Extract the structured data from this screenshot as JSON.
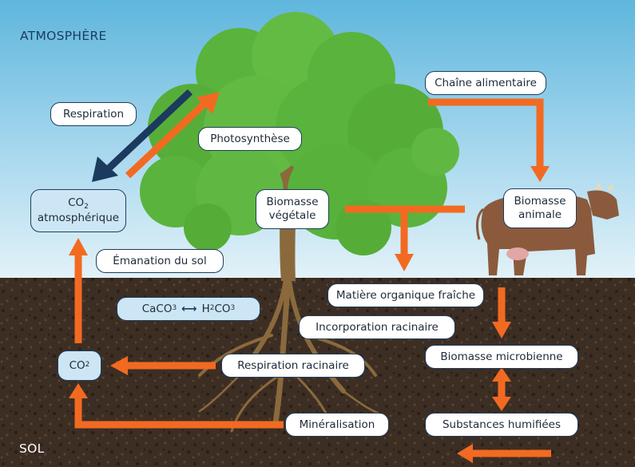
{
  "regions": {
    "atmosphere": "ATMOSPHÈRE",
    "soil": "SOL"
  },
  "labels": {
    "respiration": "Respiration",
    "photosynthese": "Photosynthèse",
    "co2_atmo_symbol": "CO",
    "co2_atmo_sub": "2",
    "co2_atmo_text": "atmosphérique",
    "emanation": "Émanation du sol",
    "chaine": "Chaîne alimentaire",
    "biomasse_animale_1": "Biomasse",
    "biomasse_animale_2": "animale",
    "biomasse_vegetale_1": "Biomasse",
    "biomasse_vegetale_2": "végétale",
    "matiere": "Matière organique fraîche",
    "incorporation": "Incorporation racinaire",
    "caco3_a": "CaCO",
    "caco3_sub": "3",
    "arrow_sym": "⟷",
    "h2co3_h": "H",
    "h2co3_sub1": "2",
    "h2co3_co": "CO",
    "h2co3_sub2": "3",
    "respiration_racinaire": "Respiration racinaire",
    "co2_sol_symbol": "CO",
    "co2_sol_sub": "2",
    "biomasse_microbienne": "Biomasse microbienne",
    "mineralisation": "Minéralisation",
    "substances": "Substances humifiées"
  },
  "colors": {
    "sky_top": "#5fb6dd",
    "sky_bottom": "#e3f2f8",
    "soil": "#3d2e24",
    "arrow_orange": "#f26a21",
    "arrow_navy": "#1b3a5e",
    "tree_green": "#5ab33c",
    "trunk": "#8a6a3c",
    "cow": "#8b5a3c"
  },
  "icons": [
    "tree-illustration",
    "cow-illustration",
    "roots-illustration"
  ]
}
